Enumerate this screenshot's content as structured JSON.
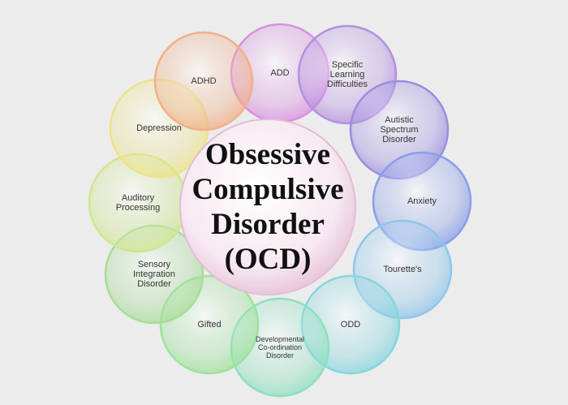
{
  "center": {
    "lines": [
      "Obsessive",
      "Compulsive",
      "Disorder",
      "(OCD)"
    ],
    "color": "#f7e8f1"
  },
  "circles": [
    {
      "id": "add",
      "lines": [
        "ADD"
      ],
      "color": "#d890e2"
    },
    {
      "id": "specific-learning-difficulties",
      "lines": [
        "Specific",
        "Learning",
        "Difficulties"
      ],
      "color": "#b490e0"
    },
    {
      "id": "autistic-spectrum-disorder",
      "lines": [
        "Autistic",
        "Spectrum",
        "Disorder"
      ],
      "color": "#9a8ee0"
    },
    {
      "id": "anxiety",
      "lines": [
        "Anxiety"
      ],
      "color": "#8a9ee8"
    },
    {
      "id": "tourettes",
      "lines": [
        "Tourette's"
      ],
      "color": "#8fc6ea"
    },
    {
      "id": "odd",
      "lines": [
        "ODD"
      ],
      "color": "#86d6dd"
    },
    {
      "id": "developmental-coordination-disorder",
      "lines": [
        "Developmental",
        "Co-ordination",
        "Disorder"
      ],
      "color": "#8ee0c0"
    },
    {
      "id": "gifted",
      "lines": [
        "Gifted"
      ],
      "color": "#9ee29c"
    },
    {
      "id": "sensory-integration-disorder",
      "lines": [
        "Sensory",
        "Integration",
        "Disorder"
      ],
      "color": "#a9dc98"
    },
    {
      "id": "auditory-processing",
      "lines": [
        "Auditory",
        "Processing"
      ],
      "color": "#cfe68e"
    },
    {
      "id": "depression",
      "lines": [
        "Depression"
      ],
      "color": "#ece38a"
    },
    {
      "id": "adhd",
      "lines": [
        "ADHD"
      ],
      "color": "#f0b088"
    }
  ]
}
